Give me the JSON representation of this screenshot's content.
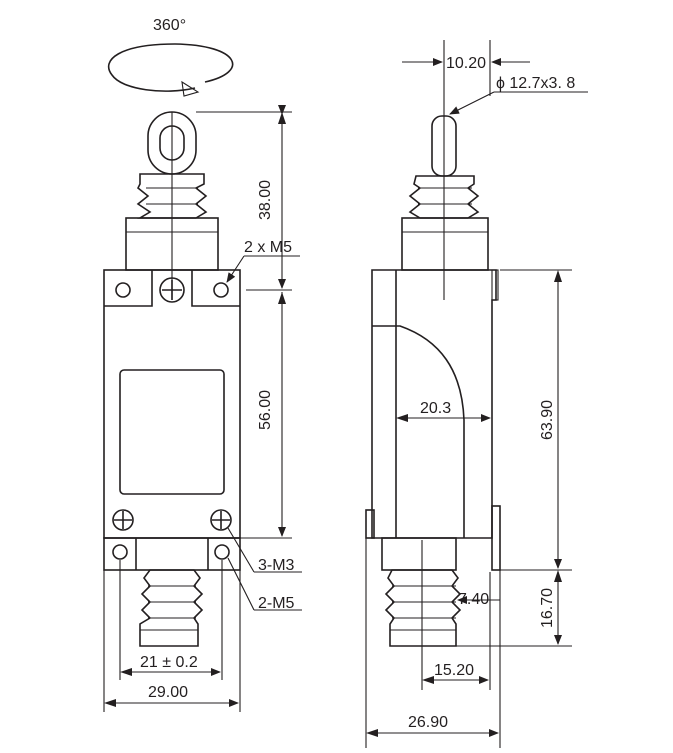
{
  "drawing": {
    "rotation_label": "360°",
    "front_view": {
      "dim_top_height": "38.00",
      "dim_body_height": "56.00",
      "label_top_holes": "2 x M5",
      "label_screws": "3-M3",
      "label_bottom_holes": "2-M5",
      "dim_hole_spacing": "21 ± 0.2",
      "dim_width": "29.00"
    },
    "side_view": {
      "dim_plunger_width": "10.20",
      "label_roller": "ϕ 12.7x3. 8",
      "dim_cam_offset": "20.3",
      "dim_body_height": "63.90",
      "dim_bottom_offset": "7.40",
      "dim_bottom_height": "16.70",
      "dim_bottom_width": "15.20",
      "dim_total_depth": "26.90"
    }
  }
}
